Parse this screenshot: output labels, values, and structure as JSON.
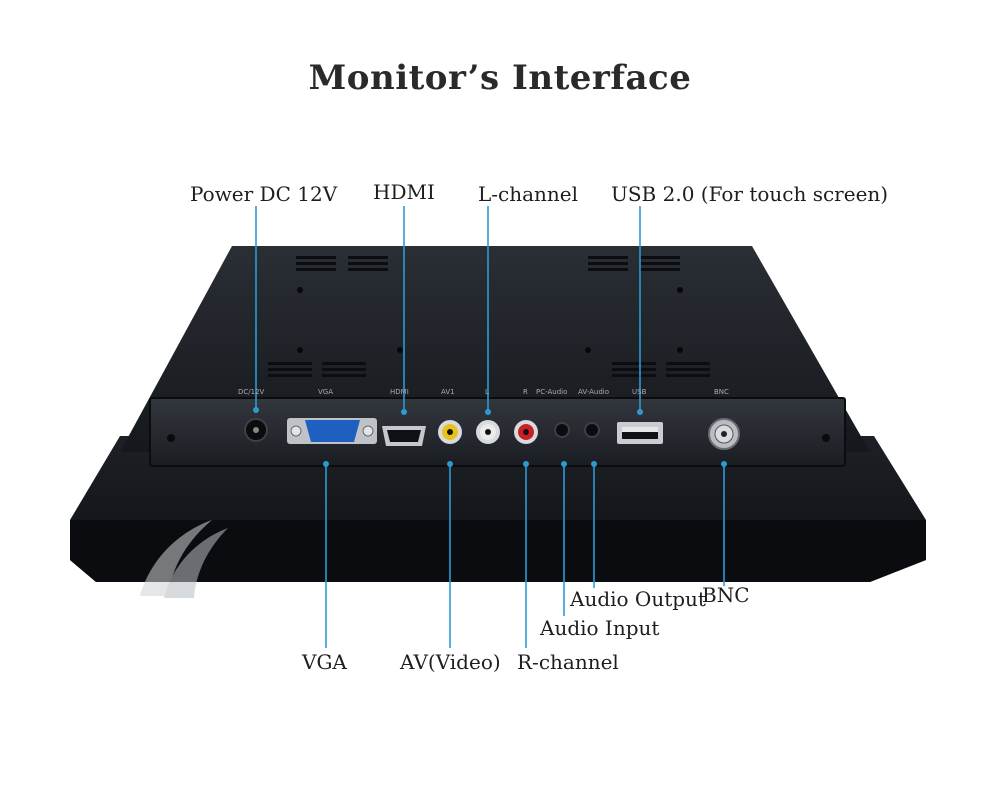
{
  "title": "Monitor’s Interface",
  "callouts": {
    "power": "Power DC 12V",
    "hdmi": "HDMI",
    "l_channel": "L-channel",
    "usb": "USB 2.0 (For touch screen)",
    "vga": "VGA",
    "av_video": "AV(Video)",
    "r_channel": "R-channel",
    "audio_input": "Audio Input",
    "audio_output": "Audio Output",
    "bnc": "BNC"
  },
  "panel_labels": {
    "dc": "DC/12V",
    "vga": "VGA",
    "hdmi": "HDMI",
    "av1": "AV1",
    "l": "L",
    "r": "R",
    "pc_audio": "PC-Audio",
    "av_audio": "AV-Audio",
    "usb": "USB",
    "bnc": "BNC"
  },
  "colors": {
    "leader_line": "#2c9bd4",
    "monitor_body": "#1c1f24",
    "av_yellow": "#e8c21a",
    "av_white": "#ececec",
    "av_red": "#c8202a"
  }
}
